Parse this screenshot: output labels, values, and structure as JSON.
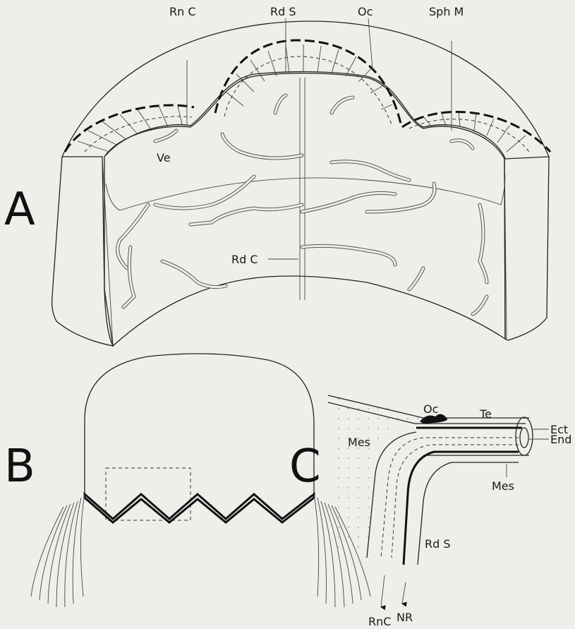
{
  "panels": {
    "a": {
      "letter": "A",
      "labels": {
        "ring_canal": "Rn C",
        "radial_septum": "Rd S",
        "ocellus": "Oc",
        "sphincter_muscle": "Sph M",
        "velum": "Ve",
        "radial_canal": "Rd C"
      }
    },
    "b": {
      "letter": "B"
    },
    "c": {
      "letter": "C",
      "labels": {
        "ocellus": "Oc",
        "tentacle": "Te",
        "ectoderm": "Ect",
        "mesoglea_left": "Mes",
        "endoderm": "End",
        "mesoglea_right": "Mes",
        "radial_septum": "Rd S",
        "ring_canal": "RnC",
        "nerve_ring": "NR"
      }
    }
  },
  "colors": {
    "background": "#efeeea",
    "ink": "#1a1a1a"
  }
}
